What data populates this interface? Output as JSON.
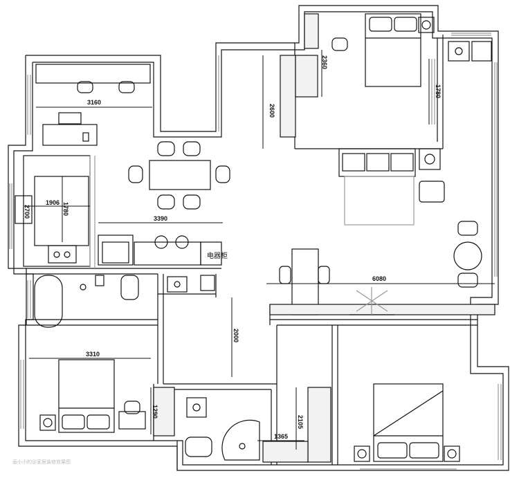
{
  "dimensions": {
    "d3160": "3160",
    "d2600": "2600",
    "d2360": "2360",
    "d1780a": "1780",
    "d1906": "1906",
    "d1780b": "1780",
    "d2700": "2700",
    "d3390": "3390",
    "d6080": "6080",
    "d2000": "2000",
    "d3310": "3310",
    "d1290": "1290",
    "d2105": "2105",
    "d1365": "1365"
  },
  "labels": {
    "cabinet": "电器柜"
  },
  "watermark": "画小小的@家居装修效果图",
  "colors": {
    "line": "#111111",
    "wall_fill": "#ffffff",
    "wardrobe_fill": "#f2f2f2",
    "light_line": "#999999"
  }
}
